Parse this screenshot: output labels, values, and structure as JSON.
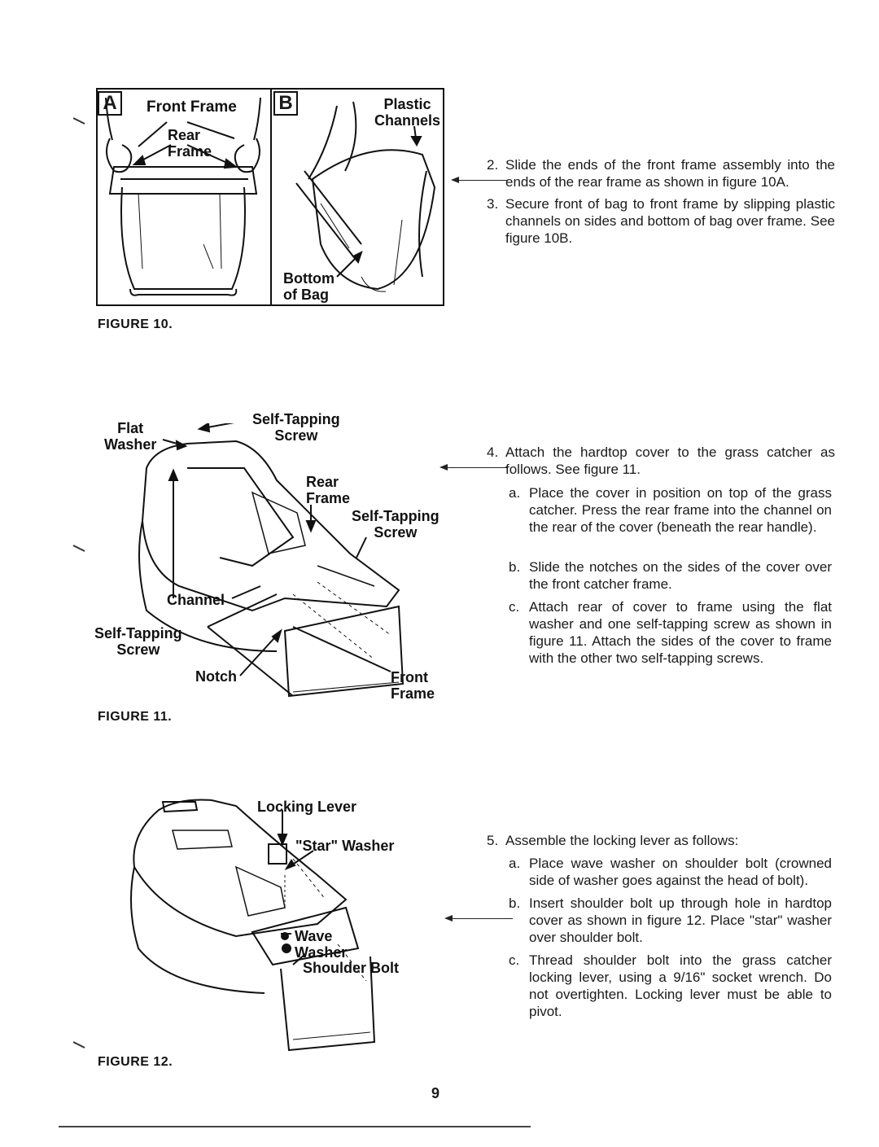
{
  "figure10": {
    "tag_a": "A",
    "tag_b": "B",
    "label_front_frame": "Front Frame",
    "label_rear_frame": "Rear\nFrame",
    "label_plastic_channels": "Plastic\nChannels",
    "label_bottom_of_bag": "Bottom\nof Bag",
    "caption": "FIGURE 10."
  },
  "figure11": {
    "label_flat_washer": "Flat\nWasher",
    "label_self_tapping_screw_top": "Self-Tapping\nScrew",
    "label_rear_frame": "Rear\nFrame",
    "label_self_tapping_screw_right": "Self-Tapping\nScrew",
    "label_channel": "Channel",
    "label_self_tapping_screw_left": "Self-Tapping\nScrew",
    "label_notch": "Notch",
    "label_front_frame": "Front\nFrame",
    "caption": "FIGURE 11."
  },
  "figure12": {
    "label_locking_lever": "Locking Lever",
    "label_star_washer": "\"Star\" Washer",
    "label_wave_washer": "Wave\nWasher",
    "label_shoulder_bolt": "Shoulder Bolt",
    "caption": "FIGURE 12."
  },
  "steps": {
    "s2_num": "2.",
    "s2_text": "Slide the ends of the front frame assembly into the ends of the rear frame as shown in figure 10A.",
    "s3_num": "3.",
    "s3_text": "Secure front of bag to front frame by slipping plastic channels on sides and bottom of bag over frame. See figure 10B.",
    "s4_num": "4.",
    "s4_text": "Attach the hardtop cover to the grass catcher as follows. See figure 11.",
    "s4a_num": "a.",
    "s4a_text": "Place the cover in position on top of the grass catcher. Press the rear frame into the channel on the rear of the cover (beneath the rear handle).",
    "s4b_num": "b.",
    "s4b_text": "Slide the notches on the sides of the cover over the front catcher frame.",
    "s4c_num": "c.",
    "s4c_text": "Attach rear of cover to frame using the flat washer and one self-tapping screw as shown in figure 11. Attach the sides of the cover to frame with the other two self-tapping screws.",
    "s5_num": "5.",
    "s5_text": "Assemble the locking lever as follows:",
    "s5a_num": "a.",
    "s5a_text": "Place wave washer on shoulder bolt (crowned side of washer goes against the head of bolt).",
    "s5b_num": "b.",
    "s5b_text": "Insert shoulder bolt up through hole in hardtop cover as shown in figure 12. Place \"star\" washer over shoulder bolt.",
    "s5c_num": "c.",
    "s5c_text": "Thread shoulder bolt into the grass catcher locking lever, using a 9/16\" socket wrench. Do not overtighten. Locking lever must be able to pivot."
  },
  "page_number": "9"
}
